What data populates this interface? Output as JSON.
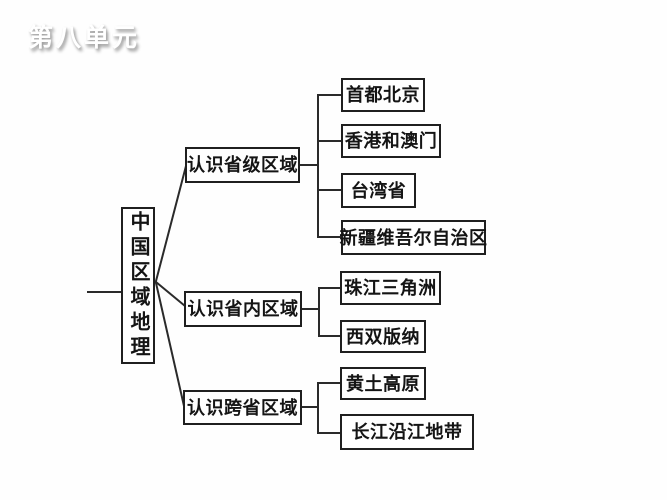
{
  "title": {
    "text": "第八单元"
  },
  "colors": {
    "background": "#fefefe",
    "line": "#2a2a2a",
    "box_border": "#1f1f1f",
    "box_text": "#141414",
    "title_text": "#ffffff",
    "title_shadow": "#9e9e9e"
  },
  "tree": {
    "root": {
      "label": "中国区域地理"
    },
    "branches": [
      {
        "label": "认识省级区域",
        "children": [
          "首都北京",
          "香港和澳门",
          "台湾省",
          "新疆维吾尔自治区"
        ]
      },
      {
        "label": "认识省内区域",
        "children": [
          "珠江三角洲",
          "西双版纳"
        ]
      },
      {
        "label": "认识跨省区域",
        "children": [
          "黄土高原",
          "长江沿江地带"
        ]
      }
    ]
  }
}
